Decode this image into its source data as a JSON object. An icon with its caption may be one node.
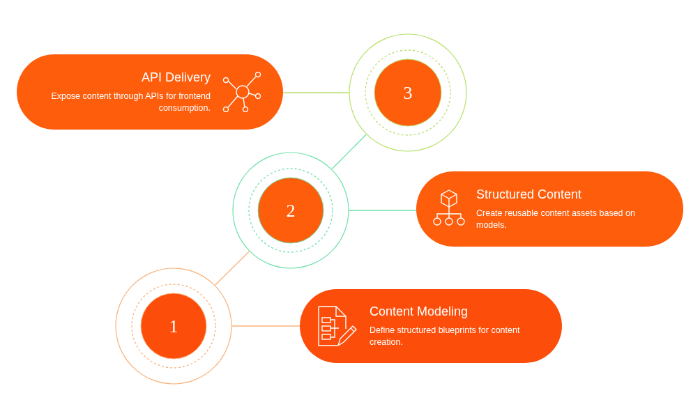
{
  "diagram": {
    "nodes": [
      {
        "text": [
          "API Delivery",
          "Expose content through APIs for frontend consumption."
        ]
      },
      {
        "text": [
          "3"
        ]
      },
      {
        "text": [
          "2"
        ]
      },
      {
        "text": [
          "Structured Content",
          "Create reusable content assets based on models."
        ]
      },
      {
        "text": [
          "1"
        ]
      },
      {
        "text": [
          "Content Modeling",
          "Define structured blueprints for content creation."
        ]
      }
    ],
    "edges": [
      {
        "from": 1,
        "to": 0,
        "arrow": "none",
        "color": "#b5e06a"
      },
      {
        "from": 2,
        "to": 1,
        "arrow": "none",
        "color": "#6ee0a8"
      },
      {
        "from": 2,
        "to": 3,
        "arrow": "none",
        "color": "#6ee0a8"
      },
      {
        "from": 4,
        "to": 2,
        "arrow": "none",
        "color": "#f8b27a"
      },
      {
        "from": 4,
        "to": 5,
        "arrow": "none",
        "color": "#f8b27a"
      }
    ]
  }
}
